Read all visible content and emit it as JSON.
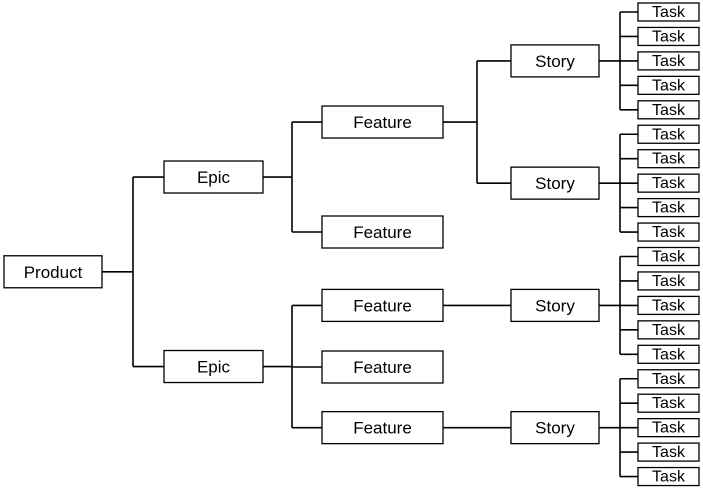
{
  "diagram": {
    "type": "hierarchy-tree",
    "levels": [
      "Product",
      "Epic",
      "Feature",
      "Story",
      "Task"
    ],
    "root": {
      "label": "Product",
      "children": [
        {
          "label": "Epic",
          "children": [
            {
              "label": "Feature",
              "children": [
                {
                  "label": "Story",
                  "children": [
                    {
                      "label": "Task"
                    },
                    {
                      "label": "Task"
                    },
                    {
                      "label": "Task"
                    },
                    {
                      "label": "Task"
                    },
                    {
                      "label": "Task"
                    }
                  ]
                },
                {
                  "label": "Story",
                  "children": [
                    {
                      "label": "Task"
                    },
                    {
                      "label": "Task"
                    },
                    {
                      "label": "Task"
                    },
                    {
                      "label": "Task"
                    },
                    {
                      "label": "Task"
                    }
                  ]
                }
              ]
            },
            {
              "label": "Feature",
              "children": []
            }
          ]
        },
        {
          "label": "Epic",
          "children": [
            {
              "label": "Feature",
              "children": [
                {
                  "label": "Story",
                  "children": [
                    {
                      "label": "Task"
                    },
                    {
                      "label": "Task"
                    },
                    {
                      "label": "Task"
                    },
                    {
                      "label": "Task"
                    },
                    {
                      "label": "Task"
                    }
                  ]
                }
              ]
            },
            {
              "label": "Feature",
              "children": []
            },
            {
              "label": "Feature",
              "children": [
                {
                  "label": "Story",
                  "children": [
                    {
                      "label": "Task"
                    },
                    {
                      "label": "Task"
                    },
                    {
                      "label": "Task"
                    },
                    {
                      "label": "Task"
                    },
                    {
                      "label": "Task"
                    }
                  ]
                }
              ]
            }
          ]
        }
      ]
    }
  }
}
